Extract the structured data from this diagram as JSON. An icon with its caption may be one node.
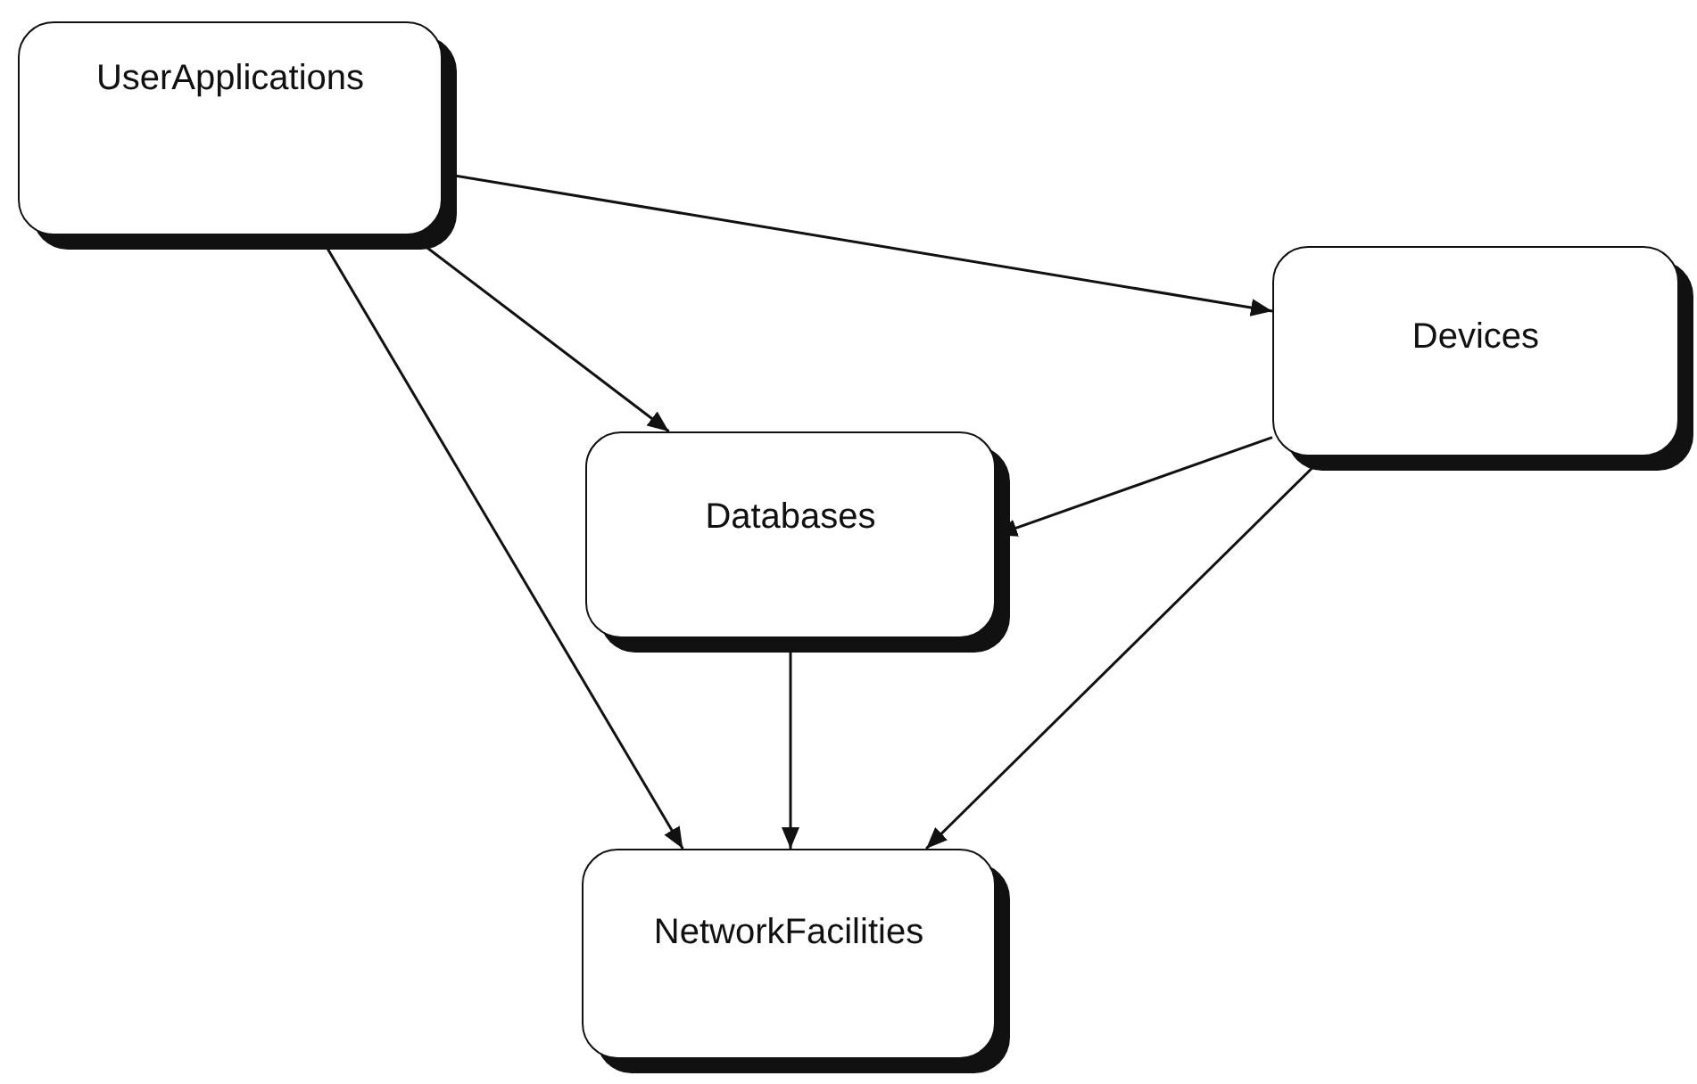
{
  "diagram": {
    "nodes": [
      {
        "text": [
          "UserApplications"
        ]
      },
      {
        "text": [
          "Devices"
        ]
      },
      {
        "text": [
          "Databases"
        ]
      },
      {
        "text": [
          "NetworkFacilities"
        ]
      }
    ],
    "edges": [
      {
        "from": 0,
        "to": 1,
        "arrow": "to"
      },
      {
        "from": 0,
        "to": 2,
        "arrow": "to"
      },
      {
        "from": 0,
        "to": 3,
        "arrow": "to"
      },
      {
        "from": 1,
        "to": 2,
        "arrow": "to"
      },
      {
        "from": 2,
        "to": 3,
        "arrow": "to"
      },
      {
        "from": 1,
        "to": 3,
        "arrow": "to"
      }
    ]
  }
}
